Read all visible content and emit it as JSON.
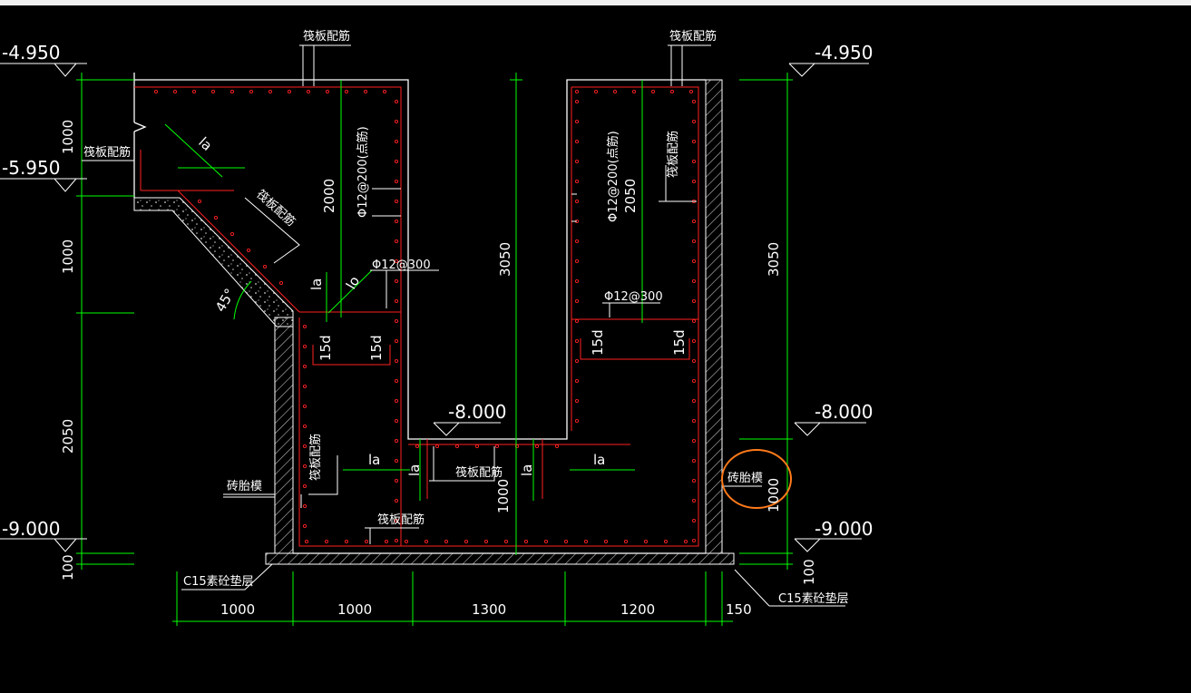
{
  "elevations": {
    "top_left": "-4.950",
    "top_right": "-4.950",
    "step_left": "-5.950",
    "bottom_left": "-9.000",
    "bottom_right": "-9.000",
    "mid_center": "-8.000",
    "mid_right": "-8.000"
  },
  "dims": {
    "left_1000_top": "1000",
    "left_1000_mid": "1000",
    "left_2050": "2050",
    "left_100": "100",
    "right_3050": "3050",
    "right_100": "100",
    "right_1000": "1000",
    "center_3050": "3050",
    "center_1000": "1000",
    "left_inner_2000": "2000",
    "right_inner_2050": "2050",
    "bottom": [
      "1000",
      "1000",
      "1300",
      "1200",
      "150"
    ]
  },
  "labels": {
    "raft_rebar": "筏板配筋",
    "brick_mold": "砖胎模",
    "c15": "C15素砼垫层",
    "phi12_200": "Φ12@200(点筋)",
    "phi12_300": "Φ12@300",
    "la": "la",
    "lo": "lo",
    "fifteen_d": "15d",
    "angle": "45°"
  },
  "colors": {
    "background": "#000000",
    "outline": "#ffffff",
    "rebar": "#ff2020",
    "dimension": "#00ff00",
    "hatch": "#c8c8c8",
    "highlight": "#ff7a1a"
  }
}
